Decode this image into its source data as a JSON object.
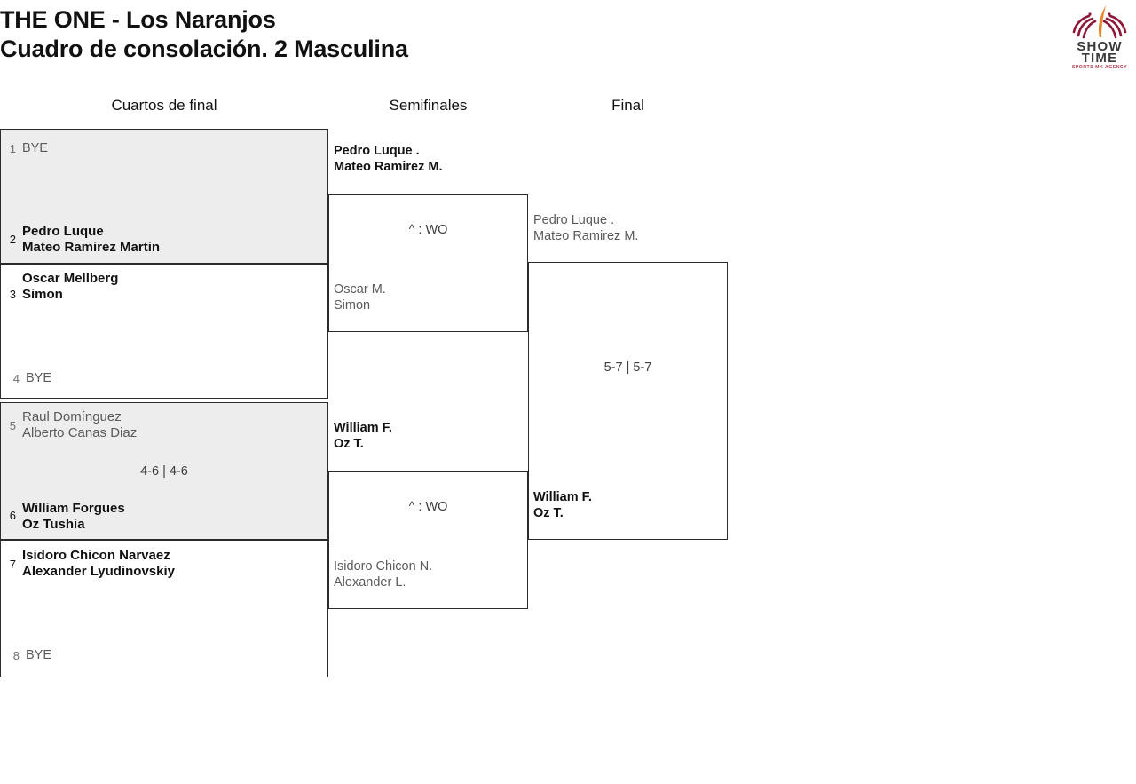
{
  "header": {
    "title_line1": "THE ONE - Los Naranjos",
    "title_line2": "Cuadro de consolación. 2 Masculina"
  },
  "logo": {
    "line1": "SHOW",
    "line2": "TIME",
    "tagline": "SPORTS MK AGENCY",
    "text_color": "#3a3a3a",
    "burst_color": "#8e1838",
    "accent_color": "#e8842a",
    "tagline_color": "#b33a4e"
  },
  "rounds": {
    "quarterfinals": "Cuartos de final",
    "semifinals": "Semifinales",
    "final": "Final"
  },
  "qf": {
    "m1": {
      "p1": {
        "seed": "1",
        "bye": "BYE"
      },
      "p2": {
        "seed": "2",
        "name1": "Pedro Luque",
        "name2": "Mateo Ramirez Martin"
      },
      "score": ""
    },
    "m2": {
      "p1": {
        "seed": "3",
        "name1": "Oscar Mellberg",
        "name2": "Simon"
      },
      "p2": {
        "seed": "4",
        "bye": "BYE"
      },
      "score": ""
    },
    "m3": {
      "p1": {
        "seed": "5",
        "name1": "Raul Domínguez",
        "name2": "Alberto Canas Diaz"
      },
      "p2": {
        "seed": "6",
        "name1": "William Forgues",
        "name2": "Oz Tushia"
      },
      "score": "4-6 | 4-6"
    },
    "m4": {
      "p1": {
        "seed": "7",
        "name1": "Isidoro Chicon Narvaez",
        "name2": "Alexander Lyudinovskiy"
      },
      "p2": {
        "seed": "8",
        "bye": "BYE"
      },
      "score": ""
    }
  },
  "sf": {
    "m1": {
      "p1": {
        "name1": "Pedro Luque .",
        "name2": "Mateo Ramirez M."
      },
      "p2": {
        "name1": "Oscar M.",
        "name2": "Simon"
      },
      "score": "^ : WO"
    },
    "m2": {
      "p1": {
        "name1": "William F.",
        "name2": "Oz T."
      },
      "p2": {
        "name1": "Isidoro Chicon N.",
        "name2": "Alexander L."
      },
      "score": "^ : WO"
    }
  },
  "final": {
    "m1": {
      "p1": {
        "name1": "Pedro Luque .",
        "name2": "Mateo Ramirez M."
      },
      "p2": {
        "name1": "William F.",
        "name2": "Oz T."
      },
      "score": "5-7 | 5-7"
    }
  }
}
